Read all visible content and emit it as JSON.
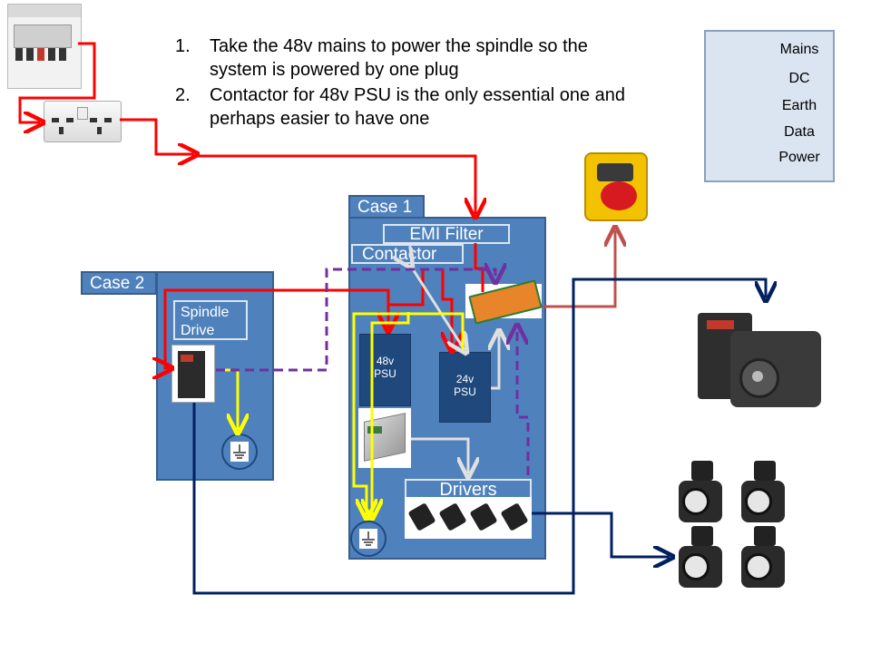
{
  "notes": [
    {
      "num": "1.",
      "text": "Take the 48v mains to power the spindle so the system is powered by one plug"
    },
    {
      "num": "2.",
      "text": "Contactor for 48v PSU is the only essential one and perhaps easier to have one"
    }
  ],
  "legend": {
    "items": [
      {
        "label": "Mains",
        "color": "#ff0000",
        "style": "solid"
      },
      {
        "label": "DC",
        "color": "#e0e0e0",
        "style": "solid"
      },
      {
        "label": "Earth",
        "color": "#ffff00",
        "style": "solid"
      },
      {
        "label": "Data",
        "color": "#7030a0",
        "style": "dashed"
      },
      {
        "label": "Power",
        "color": "#002060",
        "style": "solid"
      }
    ]
  },
  "case1": {
    "title": "Case 1",
    "emi_filter": "EMI Filter",
    "contactor": "Contactor",
    "psu48": "48v PSU",
    "psu24": "24v PSU",
    "drivers": "Drivers"
  },
  "case2": {
    "title": "Case 2",
    "spindle_drive": "Spindle Drive"
  },
  "colors": {
    "mains": "#ff0000",
    "dc": "#e0e0e0",
    "earth": "#ffff00",
    "data": "#7030a0",
    "power": "#002060",
    "case_fill": "#4f81bd",
    "estop_wire": "#c0504d"
  }
}
